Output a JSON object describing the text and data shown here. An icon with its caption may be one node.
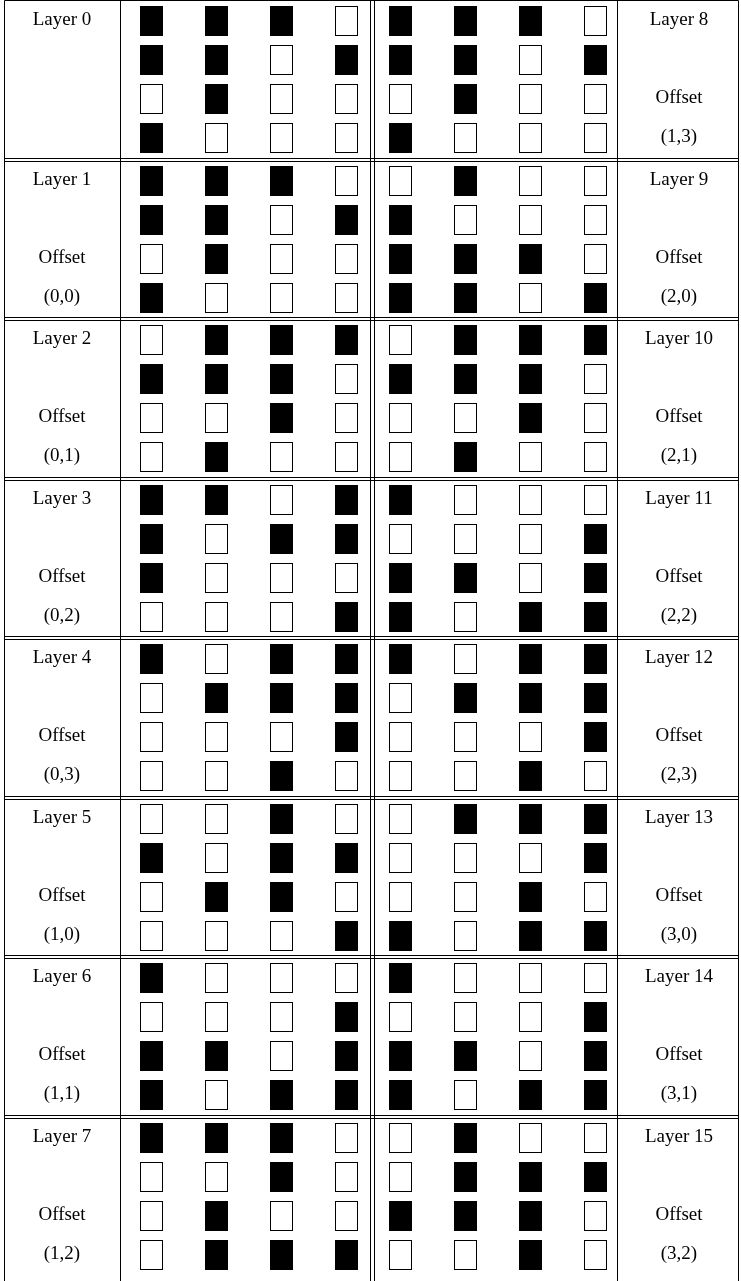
{
  "diagram": {
    "nodes": [
      {
        "text": [],
        "shape": "block"
      },
      {
        "text": [],
        "shape": "block"
      },
      {
        "text": [],
        "shape": "block"
      },
      {
        "text": [],
        "shape": "square"
      },
      {
        "text": [],
        "shape": "block"
      },
      {
        "text": [],
        "shape": "block"
      },
      {
        "text": [],
        "shape": "block"
      },
      {
        "text": [],
        "shape": "square"
      },
      {
        "text": [],
        "shape": "block"
      },
      {
        "text": [],
        "shape": "block"
      },
      {
        "text": [],
        "shape": "square"
      },
      {
        "text": [],
        "shape": "block"
      },
      {
        "text": [],
        "shape": "block"
      },
      {
        "text": [],
        "shape": "block"
      },
      {
        "text": [],
        "shape": "square"
      },
      {
        "text": [],
        "shape": "block"
      },
      {
        "text": [],
        "shape": "square"
      },
      {
        "text": [],
        "shape": "block"
      },
      {
        "text": [],
        "shape": "square"
      },
      {
        "text": [],
        "shape": "square"
      },
      {
        "text": [],
        "shape": "square"
      },
      {
        "text": [],
        "shape": "block"
      },
      {
        "text": [],
        "shape": "square"
      },
      {
        "text": [],
        "shape": "square"
      },
      {
        "text": [],
        "shape": "block"
      },
      {
        "text": [],
        "shape": "square"
      },
      {
        "text": [],
        "shape": "square"
      },
      {
        "text": [],
        "shape": "square"
      },
      {
        "text": [],
        "shape": "block"
      },
      {
        "text": [],
        "shape": "square"
      },
      {
        "text": [],
        "shape": "square"
      },
      {
        "text": [],
        "shape": "square"
      },
      {
        "text": [],
        "shape": "block"
      },
      {
        "text": [],
        "shape": "block"
      },
      {
        "text": [],
        "shape": "block"
      },
      {
        "text": [],
        "shape": "square"
      },
      {
        "text": [],
        "shape": "square"
      },
      {
        "text": [],
        "shape": "block"
      },
      {
        "text": [],
        "shape": "square"
      },
      {
        "text": [],
        "shape": "square"
      },
      {
        "text": [],
        "shape": "block"
      },
      {
        "text": [],
        "shape": "block"
      },
      {
        "text": [],
        "shape": "square"
      },
      {
        "text": [],
        "shape": "block"
      },
      {
        "text": [],
        "shape": "block"
      },
      {
        "text": [],
        "shape": "square"
      },
      {
        "text": [],
        "shape": "square"
      },
      {
        "text": [],
        "shape": "square"
      },
      {
        "text": [],
        "shape": "square"
      },
      {
        "text": [],
        "shape": "block"
      },
      {
        "text": [],
        "shape": "square"
      },
      {
        "text": [],
        "shape": "square"
      },
      {
        "text": [],
        "shape": "block"
      },
      {
        "text": [],
        "shape": "block"
      },
      {
        "text": [],
        "shape": "block"
      },
      {
        "text": [],
        "shape": "square"
      },
      {
        "text": [],
        "shape": "block"
      },
      {
        "text": [],
        "shape": "square"
      },
      {
        "text": [],
        "shape": "square"
      },
      {
        "text": [],
        "shape": "square"
      },
      {
        "text": [],
        "shape": "block"
      },
      {
        "text": [],
        "shape": "block"
      },
      {
        "text": [],
        "shape": "square"
      },
      {
        "text": [],
        "shape": "block"
      },
      {
        "text": [],
        "shape": "square"
      },
      {
        "text": [],
        "shape": "block"
      },
      {
        "text": [],
        "shape": "block"
      },
      {
        "text": [],
        "shape": "block"
      },
      {
        "text": [],
        "shape": "square"
      },
      {
        "text": [],
        "shape": "block"
      },
      {
        "text": [],
        "shape": "block"
      },
      {
        "text": [],
        "shape": "block"
      },
      {
        "text": [],
        "shape": "block"
      },
      {
        "text": [],
        "shape": "block"
      },
      {
        "text": [],
        "shape": "block"
      },
      {
        "text": [],
        "shape": "square"
      },
      {
        "text": [],
        "shape": "block"
      },
      {
        "text": [],
        "shape": "block"
      },
      {
        "text": [],
        "shape": "block"
      },
      {
        "text": [],
        "shape": "square"
      },
      {
        "text": [],
        "shape": "square"
      },
      {
        "text": [],
        "shape": "square"
      },
      {
        "text": [],
        "shape": "block"
      },
      {
        "text": [],
        "shape": "square"
      },
      {
        "text": [],
        "shape": "square"
      },
      {
        "text": [],
        "shape": "square"
      },
      {
        "text": [],
        "shape": "block"
      },
      {
        "text": [],
        "shape": "square"
      },
      {
        "text": [],
        "shape": "square"
      },
      {
        "text": [],
        "shape": "block"
      },
      {
        "text": [],
        "shape": "square"
      },
      {
        "text": [],
        "shape": "square"
      },
      {
        "text": [],
        "shape": "square"
      },
      {
        "text": [],
        "shape": "block"
      },
      {
        "text": [],
        "shape": "square"
      },
      {
        "text": [],
        "shape": "square"
      },
      {
        "text": [],
        "shape": "block"
      },
      {
        "text": [],
        "shape": "block"
      },
      {
        "text": [],
        "shape": "square"
      },
      {
        "text": [],
        "shape": "block"
      },
      {
        "text": [],
        "shape": "block"
      },
      {
        "text": [],
        "shape": "square"
      },
      {
        "text": [],
        "shape": "square"
      },
      {
        "text": [],
        "shape": "square"
      },
      {
        "text": [],
        "shape": "block"
      },
      {
        "text": [],
        "shape": "square"
      },
      {
        "text": [],
        "shape": "block"
      },
      {
        "text": [],
        "shape": "block"
      },
      {
        "text": [],
        "shape": "square"
      },
      {
        "text": [],
        "shape": "square"
      },
      {
        "text": [],
        "shape": "square"
      },
      {
        "text": [],
        "shape": "block"
      },
      {
        "text": [],
        "shape": "block"
      },
      {
        "text": [],
        "shape": "square"
      },
      {
        "text": [],
        "shape": "square"
      },
      {
        "text": [],
        "shape": "square"
      },
      {
        "text": [],
        "shape": "block"
      },
      {
        "text": [],
        "shape": "block"
      },
      {
        "text": [],
        "shape": "square"
      },
      {
        "text": [],
        "shape": "block"
      },
      {
        "text": [],
        "shape": "square"
      },
      {
        "text": [],
        "shape": "square"
      },
      {
        "text": [],
        "shape": "square"
      },
      {
        "text": [],
        "shape": "block"
      },
      {
        "text": [],
        "shape": "block"
      },
      {
        "text": [],
        "shape": "square"
      },
      {
        "text": [],
        "shape": "block"
      },
      {
        "text": [],
        "shape": "block"
      },
      {
        "text": [],
        "shape": "block"
      },
      {
        "text": [],
        "shape": "square"
      },
      {
        "text": [],
        "shape": "block"
      },
      {
        "text": [],
        "shape": "block"
      },
      {
        "text": [],
        "shape": "block"
      },
      {
        "text": [],
        "shape": "square"
      },
      {
        "text": [],
        "shape": "block"
      },
      {
        "text": [],
        "shape": "block"
      },
      {
        "text": [],
        "shape": "square"
      },
      {
        "text": [],
        "shape": "block"
      },
      {
        "text": [],
        "shape": "block"
      },
      {
        "text": [],
        "shape": "block"
      },
      {
        "text": [],
        "shape": "square"
      },
      {
        "text": [],
        "shape": "block"
      },
      {
        "text": [],
        "shape": "block"
      },
      {
        "text": [],
        "shape": "block"
      },
      {
        "text": [],
        "shape": "square"
      },
      {
        "text": [],
        "shape": "square"
      },
      {
        "text": [],
        "shape": "square"
      },
      {
        "text": [],
        "shape": "block"
      },
      {
        "text": [],
        "shape": "square"
      },
      {
        "text": [],
        "shape": "square"
      },
      {
        "text": [],
        "shape": "square"
      },
      {
        "text": [],
        "shape": "block"
      },
      {
        "text": [],
        "shape": "square"
      },
      {
        "text": [],
        "shape": "square"
      },
      {
        "text": [],
        "shape": "block"
      },
      {
        "text": [],
        "shape": "square"
      },
      {
        "text": [],
        "shape": "square"
      },
      {
        "text": [],
        "shape": "square"
      },
      {
        "text": [],
        "shape": "block"
      },
      {
        "text": [],
        "shape": "square"
      },
      {
        "text": [],
        "shape": "square"
      },
      {
        "text": [],
        "shape": "square"
      },
      {
        "text": [],
        "shape": "block"
      },
      {
        "text": [],
        "shape": "square"
      },
      {
        "text": [],
        "shape": "square"
      },
      {
        "text": [],
        "shape": "block"
      },
      {
        "text": [],
        "shape": "block"
      },
      {
        "text": [],
        "shape": "block"
      },
      {
        "text": [],
        "shape": "block"
      },
      {
        "text": [],
        "shape": "square"
      },
      {
        "text": [],
        "shape": "block"
      },
      {
        "text": [],
        "shape": "block"
      },
      {
        "text": [],
        "shape": "square"
      },
      {
        "text": [],
        "shape": "square"
      },
      {
        "text": [],
        "shape": "square"
      },
      {
        "text": [],
        "shape": "block"
      },
      {
        "text": [],
        "shape": "square"
      },
      {
        "text": [],
        "shape": "block"
      },
      {
        "text": [],
        "shape": "block"
      },
      {
        "text": [],
        "shape": "square"
      },
      {
        "text": [],
        "shape": "square"
      },
      {
        "text": [],
        "shape": "square"
      },
      {
        "text": [],
        "shape": "block"
      },
      {
        "text": [],
        "shape": "square"
      },
      {
        "text": [],
        "shape": "square"
      },
      {
        "text": [],
        "shape": "square"
      },
      {
        "text": [],
        "shape": "square"
      },
      {
        "text": [],
        "shape": "block"
      },
      {
        "text": [],
        "shape": "block"
      },
      {
        "text": [],
        "shape": "square"
      },
      {
        "text": [],
        "shape": "block"
      },
      {
        "text": [],
        "shape": "block"
      },
      {
        "text": [],
        "shape": "block"
      },
      {
        "text": [],
        "shape": "square"
      },
      {
        "text": [],
        "shape": "square"
      },
      {
        "text": [],
        "shape": "square"
      },
      {
        "text": [],
        "shape": "block"
      },
      {
        "text": [],
        "shape": "square"
      },
      {
        "text": [],
        "shape": "square"
      },
      {
        "text": [],
        "shape": "square"
      },
      {
        "text": [],
        "shape": "square"
      },
      {
        "text": [],
        "shape": "square"
      },
      {
        "text": [],
        "shape": "square"
      },
      {
        "text": [],
        "shape": "block"
      },
      {
        "text": [],
        "shape": "square"
      },
      {
        "text": [],
        "shape": "square"
      },
      {
        "text": [],
        "shape": "square"
      },
      {
        "text": [],
        "shape": "block"
      },
      {
        "text": [],
        "shape": "block"
      },
      {
        "text": [],
        "shape": "block"
      },
      {
        "text": [],
        "shape": "square"
      },
      {
        "text": [],
        "shape": "block"
      },
      {
        "text": [],
        "shape": "block"
      },
      {
        "text": [],
        "shape": "block"
      },
      {
        "text": [],
        "shape": "square"
      },
      {
        "text": [],
        "shape": "block"
      },
      {
        "text": [],
        "shape": "block"
      },
      {
        "text": [],
        "shape": "square"
      },
      {
        "text": [],
        "shape": "block"
      },
      {
        "text": [],
        "shape": "block"
      },
      {
        "text": [],
        "shape": "block"
      },
      {
        "text": [],
        "shape": "square"
      },
      {
        "text": [],
        "shape": "block"
      },
      {
        "text": [],
        "shape": "block"
      },
      {
        "text": [],
        "shape": "block"
      },
      {
        "text": [],
        "shape": "block"
      },
      {
        "text": [],
        "shape": "block"
      },
      {
        "text": [],
        "shape": "square"
      },
      {
        "text": [],
        "shape": "square"
      },
      {
        "text": [],
        "shape": "block"
      },
      {
        "text": [],
        "shape": "square"
      },
      {
        "text": [],
        "shape": "square"
      },
      {
        "text": [],
        "shape": "square"
      },
      {
        "text": [],
        "shape": "square"
      },
      {
        "text": [],
        "shape": "block"
      },
      {
        "text": [],
        "shape": "square"
      },
      {
        "text": [],
        "shape": "square"
      },
      {
        "text": [],
        "shape": "block"
      },
      {
        "text": [],
        "shape": "block"
      },
      {
        "text": [],
        "shape": "block"
      },
      {
        "text": [],
        "shape": "square"
      },
      {
        "text": [],
        "shape": "block"
      },
      {
        "text": [],
        "shape": "square"
      },
      {
        "text": [],
        "shape": "square"
      },
      {
        "text": [],
        "shape": "block"
      },
      {
        "text": [],
        "shape": "block"
      },
      {
        "text": [],
        "shape": "block"
      },
      {
        "text": [],
        "shape": "square"
      },
      {
        "text": [],
        "shape": "square"
      },
      {
        "text": [],
        "shape": "block"
      },
      {
        "text": [],
        "shape": "block"
      },
      {
        "text": [],
        "shape": "block"
      },
      {
        "text": [],
        "shape": "square"
      },
      {
        "text": [],
        "shape": "square"
      },
      {
        "text": [],
        "shape": "block"
      },
      {
        "text": [],
        "shape": "square"
      }
    ],
    "labels": [
      "Layer 0",
      "Layer 8",
      "Offset",
      "(1,3)",
      "Layer 1",
      "Layer 9",
      "Offset",
      "Offset",
      "(0,0)",
      "(2,0)",
      "Layer 2",
      "Layer 10",
      "Offset",
      "Offset",
      "(0,1)",
      "(2,1)",
      "Layer 3",
      "Layer 11",
      "Offset",
      "Offset",
      "(0,2)",
      "(2,2)",
      "Layer 4",
      "Layer 12",
      "Offset",
      "Offset",
      "(0,3)",
      "(2,3)",
      "Layer 5",
      "Layer 13",
      "Offset",
      "Offset",
      "(1,0)",
      "(3,0)",
      "Layer 6",
      "Layer 14",
      "Offset",
      "Offset",
      "(1,1)",
      "(3,1)",
      "Layer 7",
      "Layer 15",
      "Offset",
      "Offset",
      "(1,2)",
      "(3,2)"
    ]
  }
}
